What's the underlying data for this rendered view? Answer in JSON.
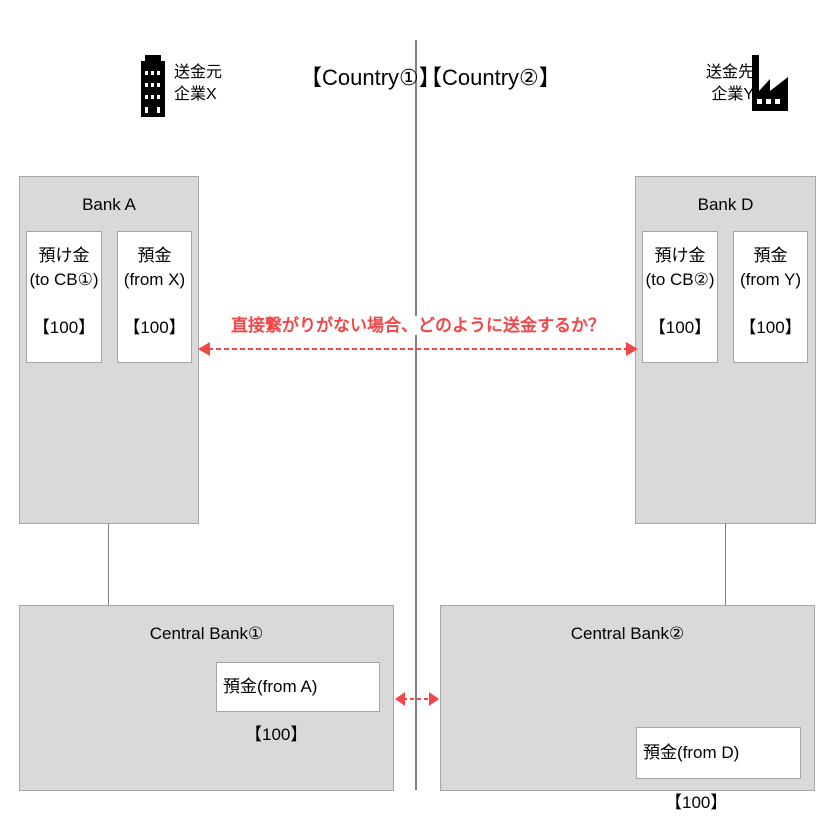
{
  "header": {
    "sender_line1": "送金元",
    "sender_line2": "企業X",
    "receiver_line1": "送金先",
    "receiver_line2": "企業Y",
    "country1": "【Country①】",
    "country2": "【Country②】"
  },
  "bank_a": {
    "title": "Bank A",
    "acc1": [
      "預け金",
      "(to CB①)",
      "",
      "【100】"
    ],
    "acc2": [
      "預金",
      "(from X)",
      "",
      "【100】"
    ]
  },
  "bank_d": {
    "title": "Bank D",
    "acc1": [
      "預け金",
      "(to CB②)",
      "",
      "【100】"
    ],
    "acc2": [
      "預金",
      "(from Y)",
      "",
      "【100】"
    ]
  },
  "cb1": {
    "title": "Central Bank①",
    "account": "預金(from A)",
    "amount": "【100】"
  },
  "cb2": {
    "title": "Central Bank②",
    "account": "預金(from D)",
    "amount": "【100】"
  },
  "question": "直接繋がりがない場合、どのように送金するか？",
  "colors": {
    "accent": "#f04848",
    "box": "#d9d9d9"
  }
}
